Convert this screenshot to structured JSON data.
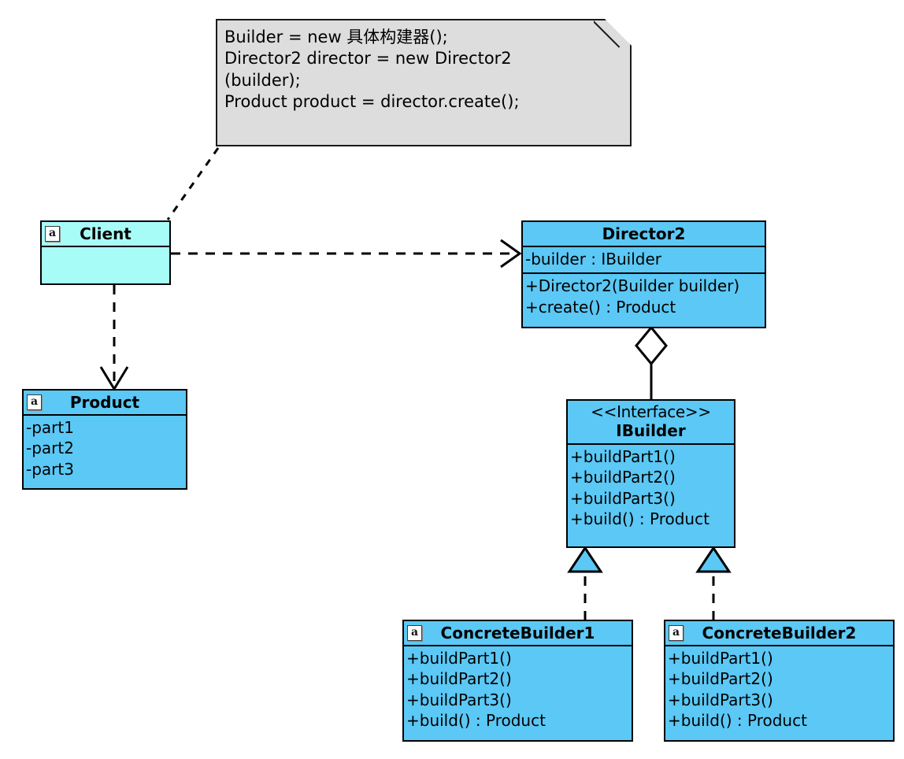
{
  "diagram": {
    "title": "Builder Pattern UML Class Diagram",
    "colors": {
      "class_fill": "#5bc8f5",
      "client_fill": "#a8fcf8",
      "note_fill": "#dddddd",
      "stroke": "#000000",
      "background": "#ffffff"
    }
  },
  "note": {
    "name": "client-code-note",
    "lines": [
      "Builder = new 具体构建器();",
      "Director2 director = new Director2",
      "(builder);",
      "Product product = director.create();"
    ]
  },
  "classes": {
    "client": {
      "badge": "a",
      "name": "Client",
      "has_badge": true,
      "compartments": [
        []
      ]
    },
    "product": {
      "badge": "a",
      "name": "Product",
      "has_badge": true,
      "compartments": [
        [
          "-part1",
          "-part2",
          "-part3"
        ]
      ]
    },
    "director2": {
      "badge": "",
      "name": "Director2",
      "has_badge": false,
      "compartments": [
        [
          "-builder : IBuilder"
        ],
        [
          "+Director2(Builder builder)",
          "+create() : Product"
        ]
      ]
    },
    "ibuilder": {
      "badge": "",
      "name": "IBuilder",
      "stereotype": "<<Interface>>",
      "has_badge": false,
      "compartments": [
        [
          "+buildPart1()",
          "+buildPart2()",
          "+buildPart3()",
          "+build() : Product"
        ]
      ]
    },
    "concrete_builder1": {
      "badge": "a",
      "name": "ConcreteBuilder1",
      "has_badge": true,
      "compartments": [
        [
          "+buildPart1()",
          "+buildPart2()",
          "+buildPart3()",
          "+build() : Product"
        ]
      ]
    },
    "concrete_builder2": {
      "badge": "a",
      "name": "ConcreteBuilder2",
      "has_badge": true,
      "compartments": [
        [
          "+buildPart1()",
          "+buildPart2()",
          "+buildPart3()",
          "+build() : Product"
        ]
      ]
    }
  },
  "relations": [
    {
      "name": "note-to-client-anchor",
      "type": "note-link",
      "style": "dashed",
      "from": "client-code-note",
      "to": "Client"
    },
    {
      "name": "client-uses-director2",
      "type": "dependency",
      "style": "dashed",
      "arrow": "open",
      "from": "Client",
      "to": "Director2"
    },
    {
      "name": "client-uses-product",
      "type": "dependency",
      "style": "dashed",
      "arrow": "open",
      "from": "Client",
      "to": "Product"
    },
    {
      "name": "director2-aggregates-ibuilder",
      "type": "aggregation",
      "style": "solid",
      "arrow": "hollow-diamond",
      "from": "Director2",
      "to": "IBuilder"
    },
    {
      "name": "concretebuilder1-realizes-ibuilder",
      "type": "realization",
      "style": "dashed",
      "arrow": "closed-triangle",
      "from": "ConcreteBuilder1",
      "to": "IBuilder"
    },
    {
      "name": "concretebuilder2-realizes-ibuilder",
      "type": "realization",
      "style": "dashed",
      "arrow": "closed-triangle",
      "from": "ConcreteBuilder2",
      "to": "IBuilder"
    }
  ]
}
